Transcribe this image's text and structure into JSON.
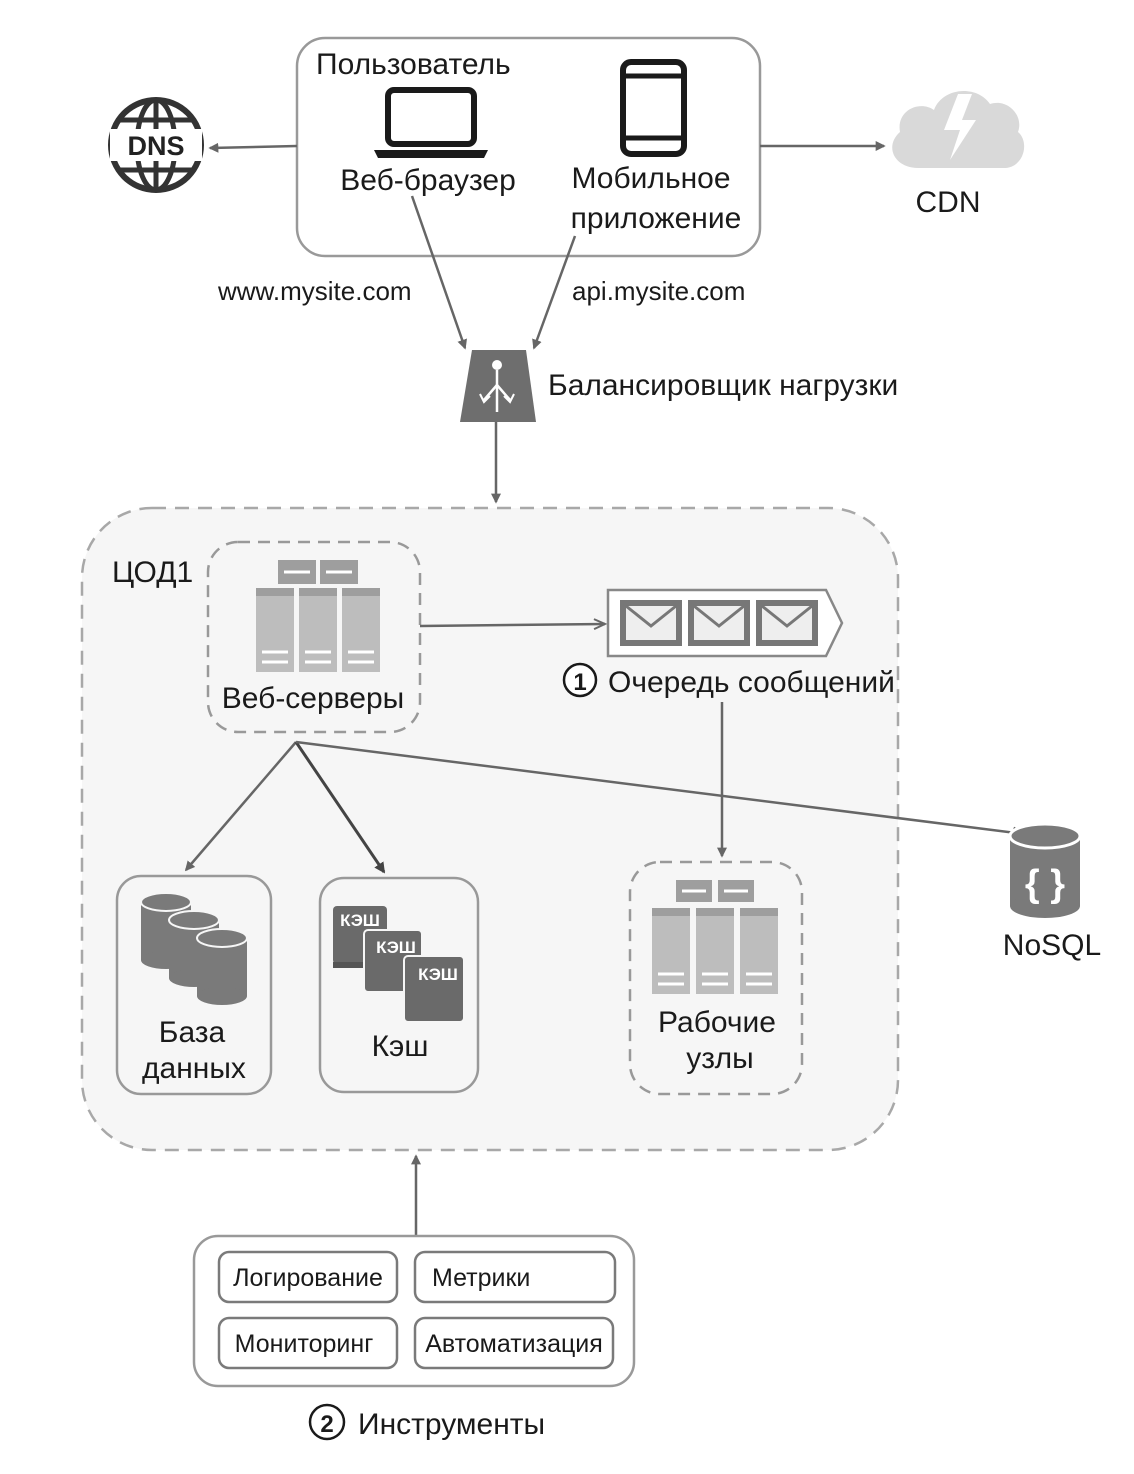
{
  "user": {
    "title": "Пользователь",
    "web_browser": "Веб-браузер",
    "mobile_app_line1": "Мобильное",
    "mobile_app_line2": "приложение"
  },
  "dns": {
    "label": "DNS"
  },
  "cdn": {
    "label": "CDN"
  },
  "links": {
    "web_domain": "www.mysite.com",
    "api_domain": "api.mysite.com"
  },
  "load_balancer": {
    "label": "Балансировщик нагрузки"
  },
  "datacenter": {
    "label": "ЦОД1",
    "web_servers": "Веб-серверы",
    "queue": {
      "number": "1",
      "label": "Очередь сообщений"
    },
    "database_line1": "База",
    "database_line2": "данных",
    "cache": {
      "label": "Кэш",
      "tile_label": "КЭШ"
    },
    "workers_line1": "Рабочие",
    "workers_line2": "узлы"
  },
  "nosql": {
    "label": "NoSQL",
    "icon_glyph": "{ }"
  },
  "tools": {
    "number": "2",
    "label": "Инструменты",
    "items": [
      "Логирование",
      "Метрики",
      "Мониторинг",
      "Автоматизация"
    ]
  },
  "colors": {
    "icon_gray": "#999999",
    "icon_dark": "#1a1a1a",
    "cdn_cloud": "#d9d9d9",
    "container_fill": "#f6f6f6"
  }
}
